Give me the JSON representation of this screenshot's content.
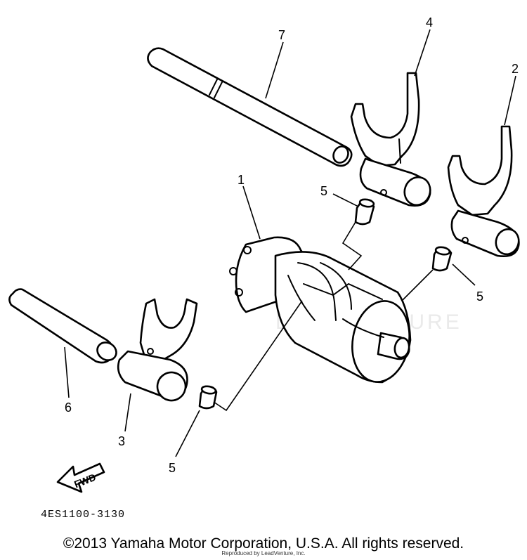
{
  "diagram": {
    "callouts": {
      "part_1": "1",
      "part_2": "2",
      "part_3": "3",
      "part_4": "4",
      "part_5_top": "5",
      "part_5_right": "5",
      "part_5_bottom": "5",
      "part_6": "6",
      "part_7": "7"
    },
    "fwd_label": "FWD",
    "diagram_code": "4ES1100-3130",
    "watermark": "LEADVENTURE"
  },
  "footer": {
    "copyright": "©2013 Yamaha Motor Corporation, U.S.A. All rights reserved.",
    "reproduced": "Reproduced by LeadVenture, Inc."
  }
}
